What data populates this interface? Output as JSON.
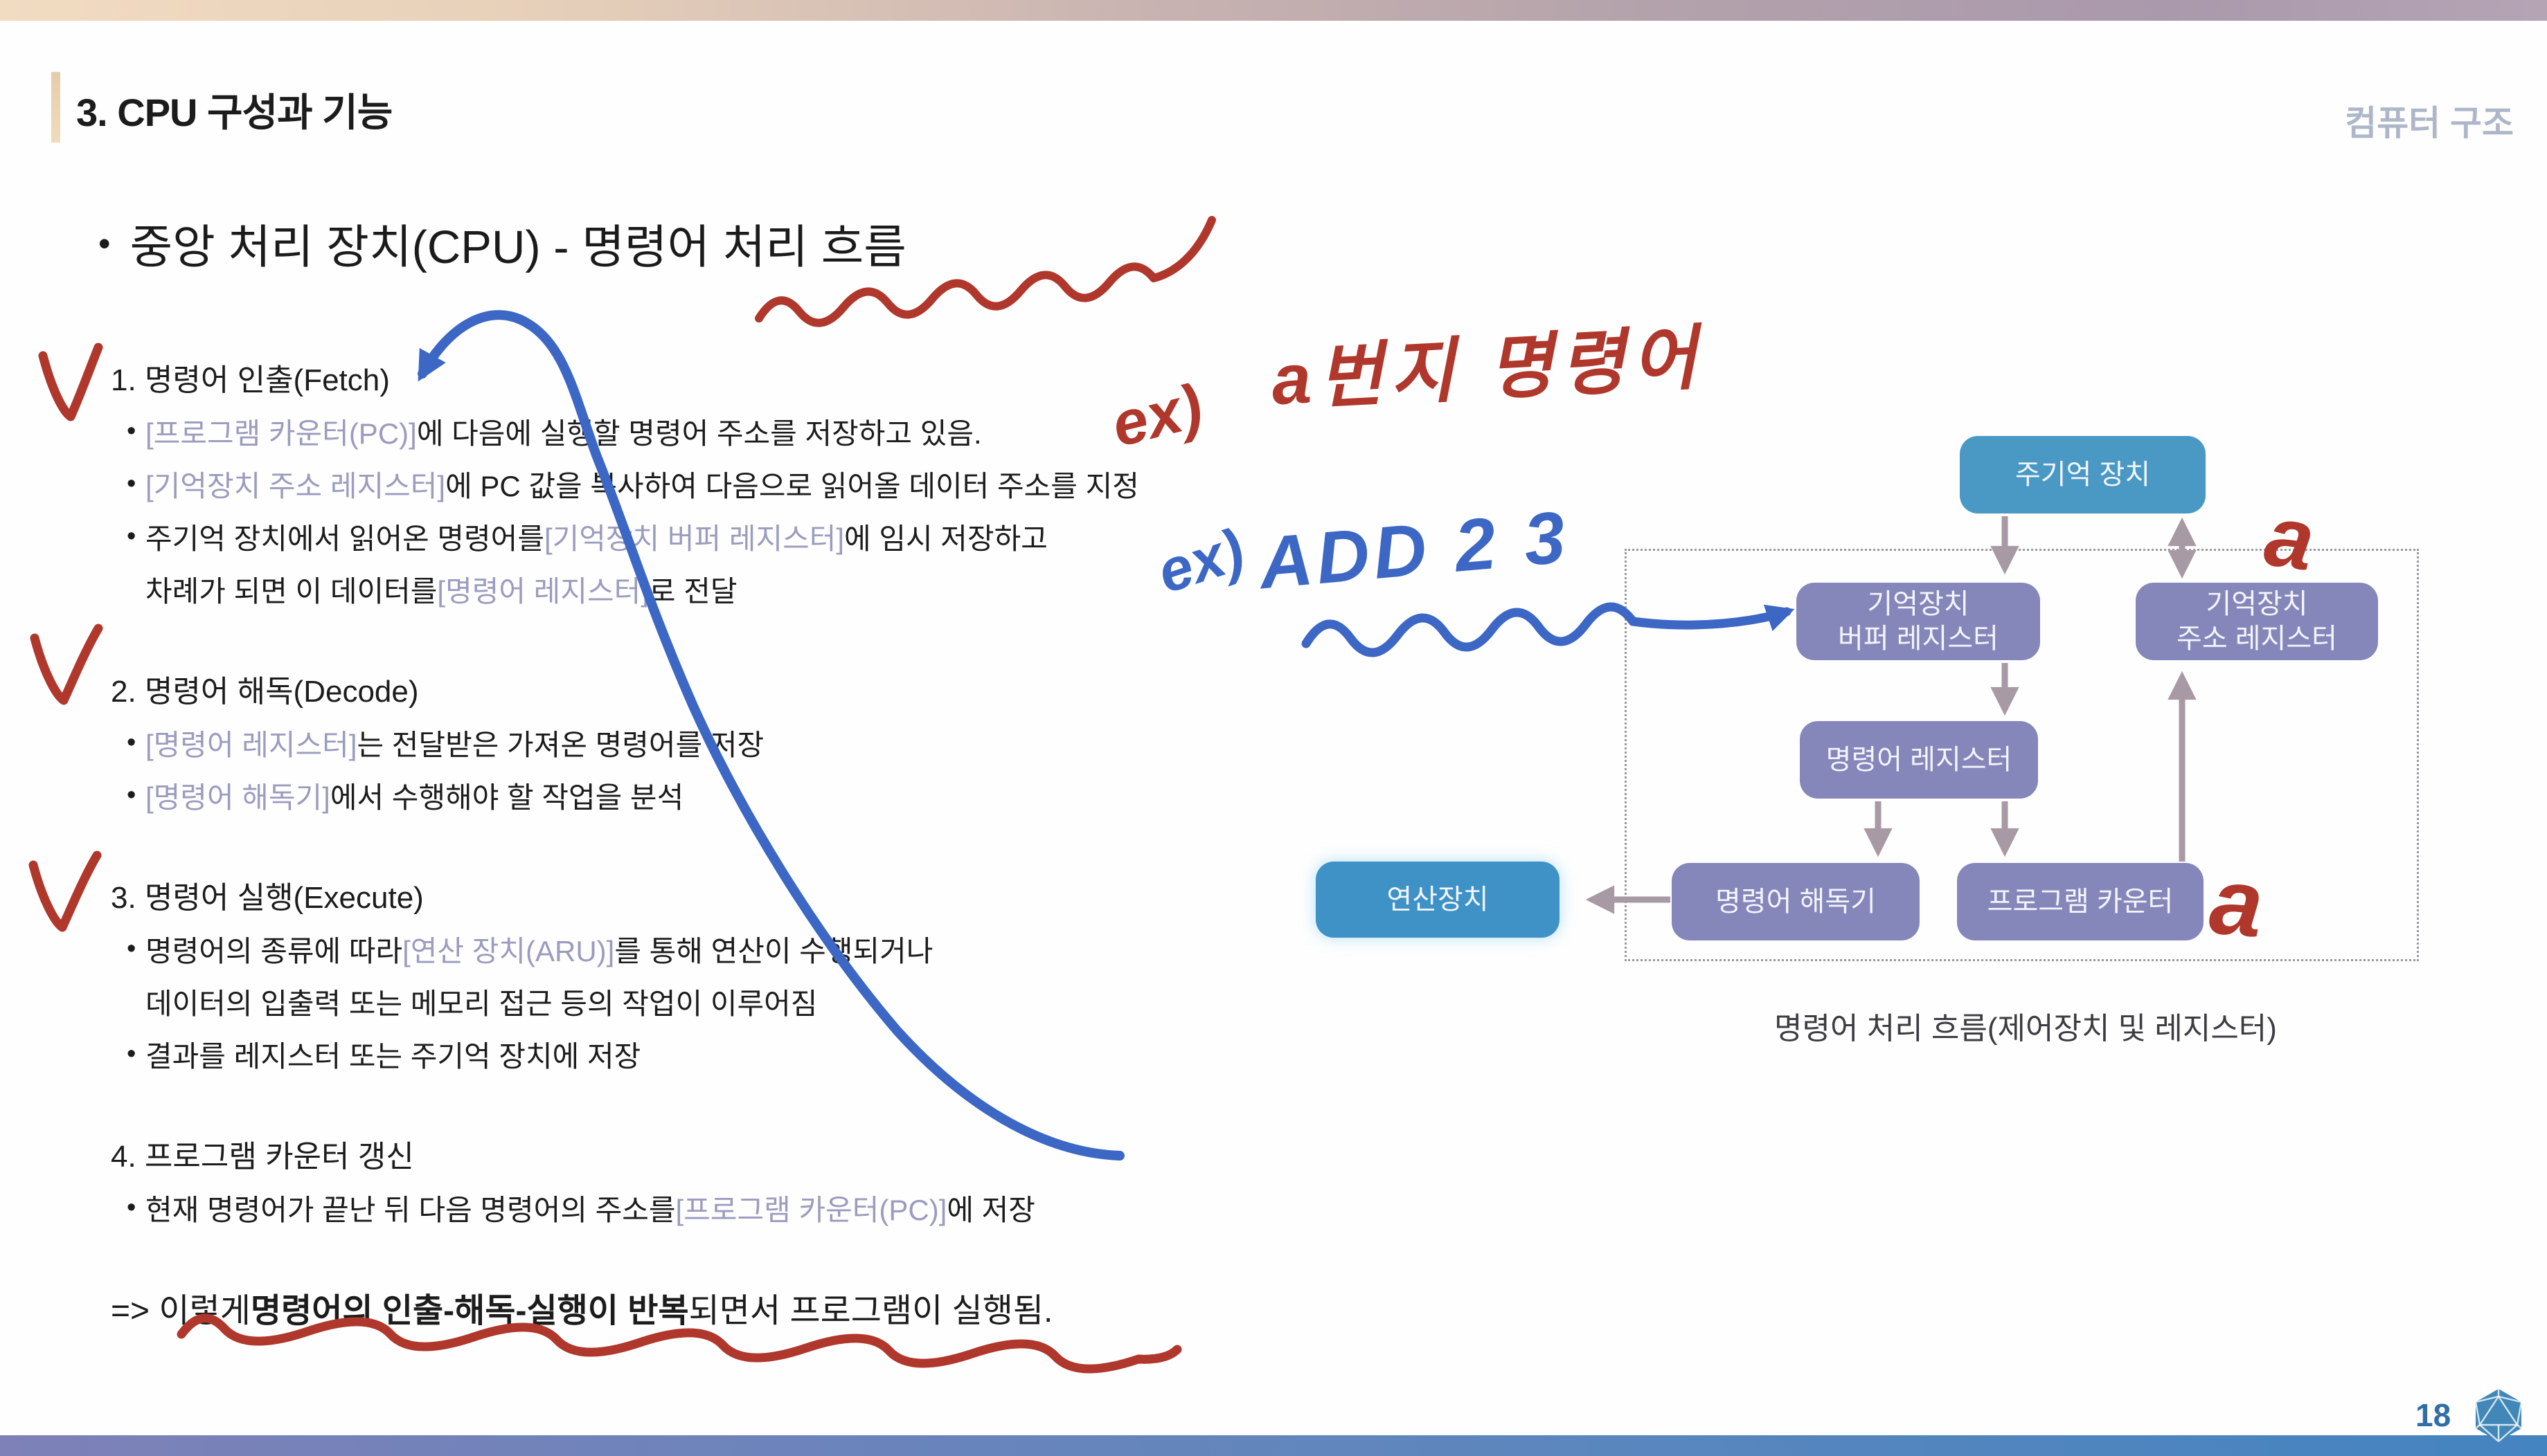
{
  "slide": {
    "title": "3. CPU 구성과 기능",
    "course_label": "컴퓨터 구조",
    "heading_bullet": "•",
    "bullet_char": "•",
    "heading": "중앙 처리 장치(CPU) - 명령어 처리 흐름",
    "page_number": "18"
  },
  "sections": [
    {
      "heading": "1. 명령어 인출(Fetch)",
      "checked": true,
      "bullets": [
        {
          "bullet": true,
          "segs": [
            {
              "t": "[프로그램 카운터(PC)]",
              "c": "accent"
            },
            {
              "t": "에 다음에 실행할 명령어 주소를 저장하고 있음."
            }
          ]
        },
        {
          "bullet": true,
          "segs": [
            {
              "t": "[기억장치 주소 레지스터]",
              "c": "accent"
            },
            {
              "t": "에 PC 값을 복사하여 다음으로 읽어올 데이터 주소를 지정"
            }
          ]
        },
        {
          "bullet": true,
          "segs": [
            {
              "t": "주기억 장치에서 읽어온 명령어를 "
            },
            {
              "t": "[기억장치 버퍼 레지스터]",
              "c": "accent"
            },
            {
              "t": "에 임시 저장하고"
            }
          ]
        },
        {
          "bullet": false,
          "segs": [
            {
              "t": "차례가 되면 이 데이터를 "
            },
            {
              "t": "[명령어 레지스터]",
              "c": "accent"
            },
            {
              "t": "로 전달"
            }
          ]
        }
      ]
    },
    {
      "heading": "2. 명령어 해독(Decode)",
      "checked": true,
      "bullets": [
        {
          "bullet": true,
          "segs": [
            {
              "t": "[명령어 레지스터]",
              "c": "accent"
            },
            {
              "t": "는 전달받은 가져온 명령어를 저장"
            }
          ]
        },
        {
          "bullet": true,
          "segs": [
            {
              "t": "[명령어 해독기]",
              "c": "accent"
            },
            {
              "t": "에서 수행해야 할 작업을 분석"
            }
          ]
        }
      ]
    },
    {
      "heading": "3. 명령어 실행(Execute)",
      "checked": true,
      "bullets": [
        {
          "bullet": true,
          "segs": [
            {
              "t": "명령어의 종류에 따라 "
            },
            {
              "t": "[연산 장치(ARU)]",
              "c": "accent"
            },
            {
              "t": "를 통해 연산이 수행되거나"
            }
          ]
        },
        {
          "bullet": false,
          "segs": [
            {
              "t": "데이터의 입출력 또는 메모리 접근 등의 작업이 이루어짐"
            }
          ]
        },
        {
          "bullet": true,
          "segs": [
            {
              "t": "결과를 레지스터 또는 주기억 장치에 저장"
            }
          ]
        }
      ]
    },
    {
      "heading": "4. 프로그램 카운터 갱신",
      "checked": false,
      "bullets": [
        {
          "bullet": true,
          "segs": [
            {
              "t": "현재 명령어가 끝난 뒤 다음 명령어의 주소를 "
            },
            {
              "t": "[프로그램 카운터(PC)]",
              "c": "accent"
            },
            {
              "t": "에 저장"
            }
          ]
        }
      ]
    }
  ],
  "conclusion": {
    "segs": [
      {
        "t": "=> 이렇게 "
      },
      {
        "t": "명령어의 인출-해독-실행이 반복",
        "b": true
      },
      {
        "t": "되면서 프로그램이 실행됨."
      }
    ]
  },
  "diagram": {
    "caption": "명령어 처리 흐름(제어장치 및 레지스터)",
    "boxes": {
      "main_memory": "주기억 장치",
      "memory_buffer_register": "기억장치\n버퍼 레지스터",
      "memory_address_register": "기억장치\n주소 레지스터",
      "instruction_register": "명령어 레지스터",
      "alu": "연산장치",
      "instruction_decoder": "명령어 해독기",
      "program_counter": "프로그램 카운터"
    }
  },
  "handwriting": {
    "red_example_prefix": "ex)",
    "red_example_text": "a번지 명령어",
    "blue_example_prefix": "ex)",
    "blue_example_text": "ADD 2 3",
    "red_address_letter_top": "a",
    "red_address_letter_bottom": "a"
  },
  "colors": {
    "red_pen": "#b0372c",
    "blue_pen": "#3c67c5",
    "accent_term": "#9b9cbe",
    "box_blue": "#4a99c4",
    "box_blue_bright": "#3e92c6",
    "box_purple": "#8587ba",
    "arrow_gray": "#a89aa4",
    "course_label": "#aeb7c9",
    "page_number": "#2f6ea6",
    "body_text": "#1c1c1c",
    "caption_text": "#3c3c42",
    "bottombar_left": "#7d81b8",
    "bottombar_right": "#4484c0",
    "accent_bar": "#e6cda9",
    "logo_blue": "#4187b8"
  }
}
